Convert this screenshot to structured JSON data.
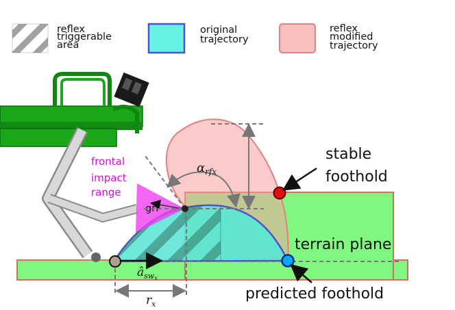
{
  "legend": {
    "reflex_area": [
      "reflex",
      "triggerable",
      "area"
    ],
    "original": [
      "original",
      "trajectory"
    ],
    "modified": [
      "reflex",
      "modified",
      "trajectory"
    ]
  },
  "labels": {
    "stable_foothold": [
      "stable",
      "foothold"
    ],
    "terrain_plane": "terrain plane",
    "predicted_foothold": "predicted foothold",
    "frontal_impact": [
      "frontal",
      "impact",
      "range"
    ],
    "grf": "grf",
    "alpha": "α",
    "alpha_sub": "rfx",
    "a_sw": "â",
    "a_sw_sub": "sw",
    "a_sw_subsub": "x",
    "r_x": "r",
    "r_x_sub": "x"
  },
  "colors": {
    "ground": "#80f880",
    "ground_stroke": "#d07060",
    "robot": "#1aa81a",
    "original_fill": "#40f0e0",
    "original_stroke": "#5050d0",
    "modified_fill": "#f8b0b0",
    "modified_stroke": "#e08080",
    "impact": "#f040f0",
    "red_dot": "#e01010",
    "blue_dot": "#00aaff",
    "start_dot": "#b0a090"
  }
}
